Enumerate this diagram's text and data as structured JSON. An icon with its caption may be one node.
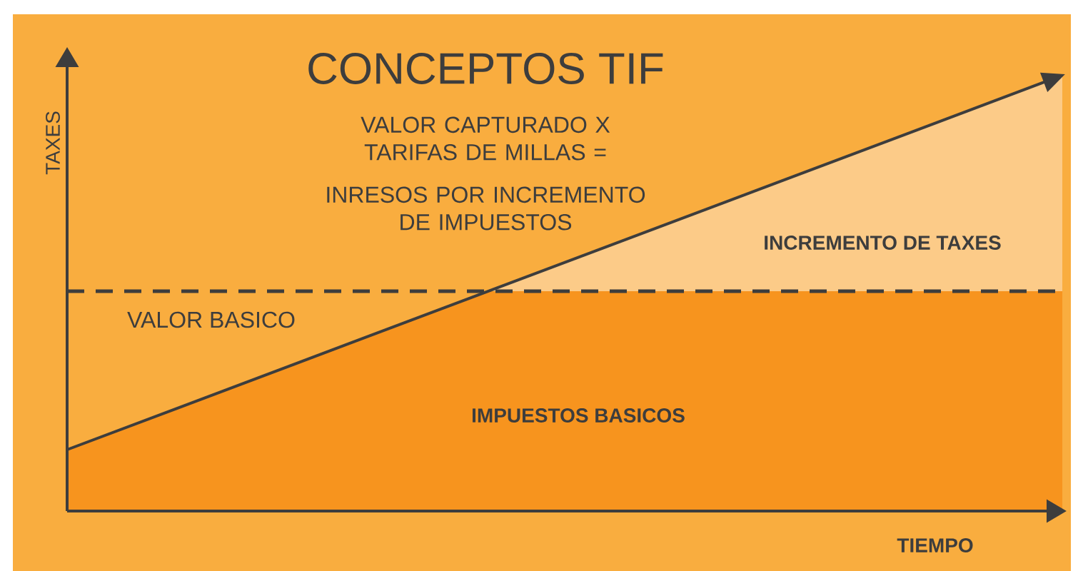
{
  "diagram": {
    "title": "CONCEPTOS TIF",
    "labels": [
      "TAXES",
      "VALOR CAPTURADO X TARIFAS DE MILLAS =",
      "INRESOS POR INCREMENTO DE IMPUESTOS",
      "INCREMENTO DE TAXES",
      "VALOR BASICO",
      "IMPUESTOS BASICOS",
      "TIEMPO"
    ]
  }
}
